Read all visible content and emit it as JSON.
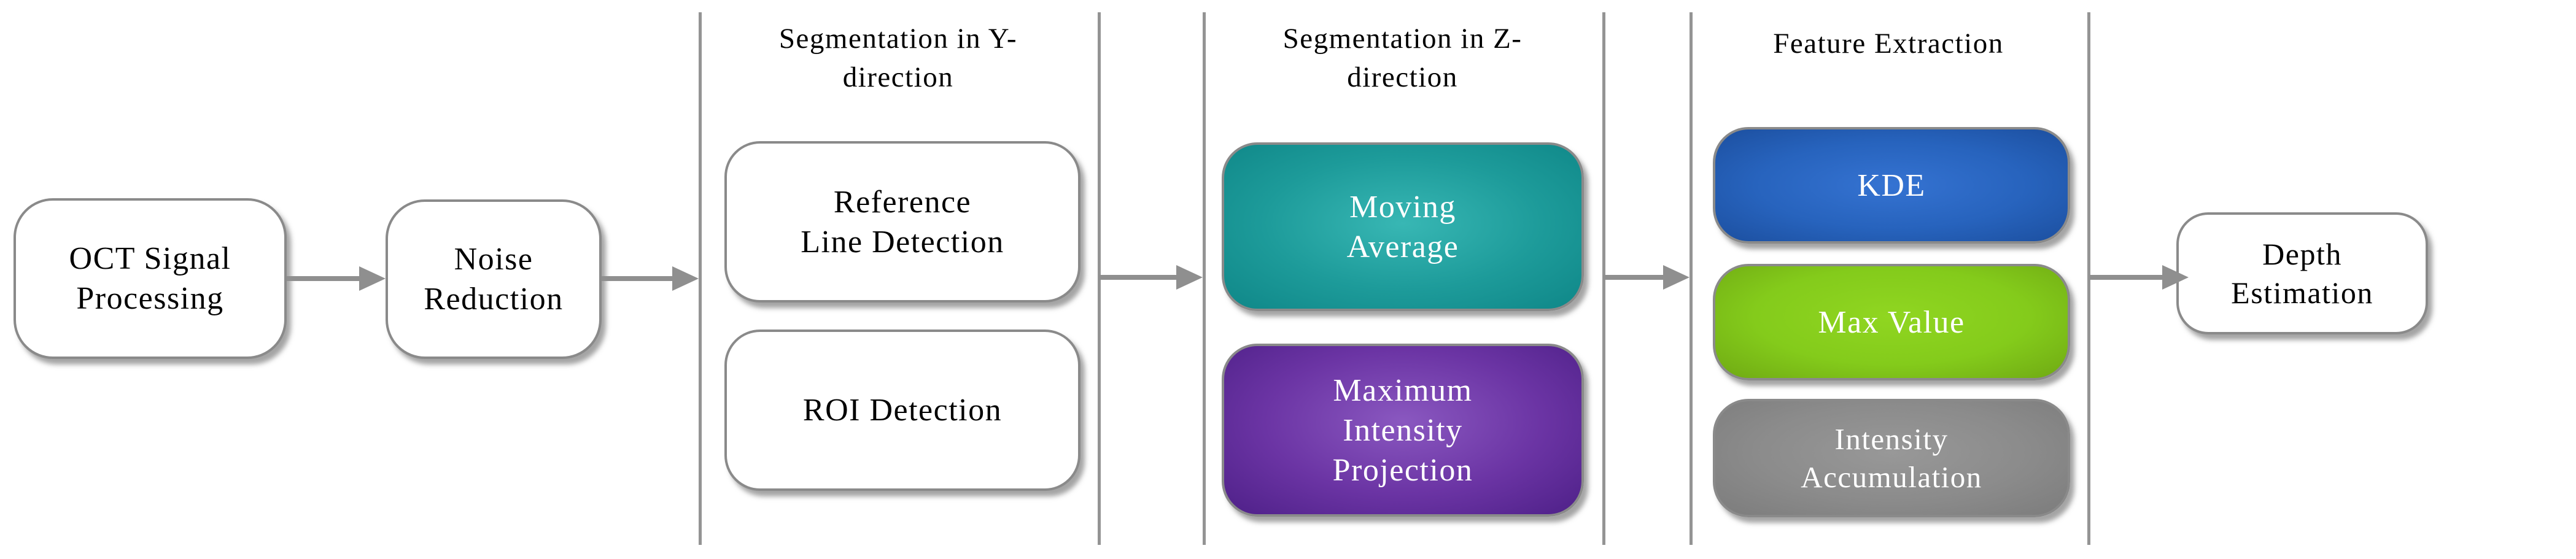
{
  "diagram": {
    "title_semantic": "OCT signal processing pipeline flowchart",
    "nodes": {
      "oct": {
        "label": "OCT Signal\nProcessing"
      },
      "noise": {
        "label": "Noise\nReduction"
      },
      "ref": {
        "label": "Reference\nLine Detection"
      },
      "roi": {
        "label": "ROI Detection"
      },
      "mavg": {
        "label": "Moving\nAverage"
      },
      "mip": {
        "label": "Maximum\nIntensity\nProjection"
      },
      "kde": {
        "label": "KDE"
      },
      "maxval": {
        "label": "Max Value"
      },
      "intacc": {
        "label": "Intensity\nAccumulation"
      },
      "depth": {
        "label": "Depth\nEstimation"
      }
    },
    "groups": {
      "y": {
        "title": "Segmentation in Y-\ndirection"
      },
      "z": {
        "title": "Segmentation in Z-\ndirection"
      },
      "f": {
        "title": "Feature Extraction"
      }
    },
    "flow_order": "OCT Signal Processing -> Noise Reduction -> Segmentation in Y-direction -> Segmentation in Z-direction -> Feature Extraction -> Depth Estimation",
    "colors": {
      "teal_box": "#1d9b9a",
      "purple_box": "#6b34a4",
      "blue_box": "#2763bd",
      "green_box": "#84cb1b",
      "gray_box": "#8b8b8b",
      "node_border": "#8a8a8a",
      "group_rule": "#949494",
      "arrow": "#8f8f8f",
      "background": "#ffffff",
      "text_dark": "#000000",
      "text_light": "#ffffff"
    }
  }
}
